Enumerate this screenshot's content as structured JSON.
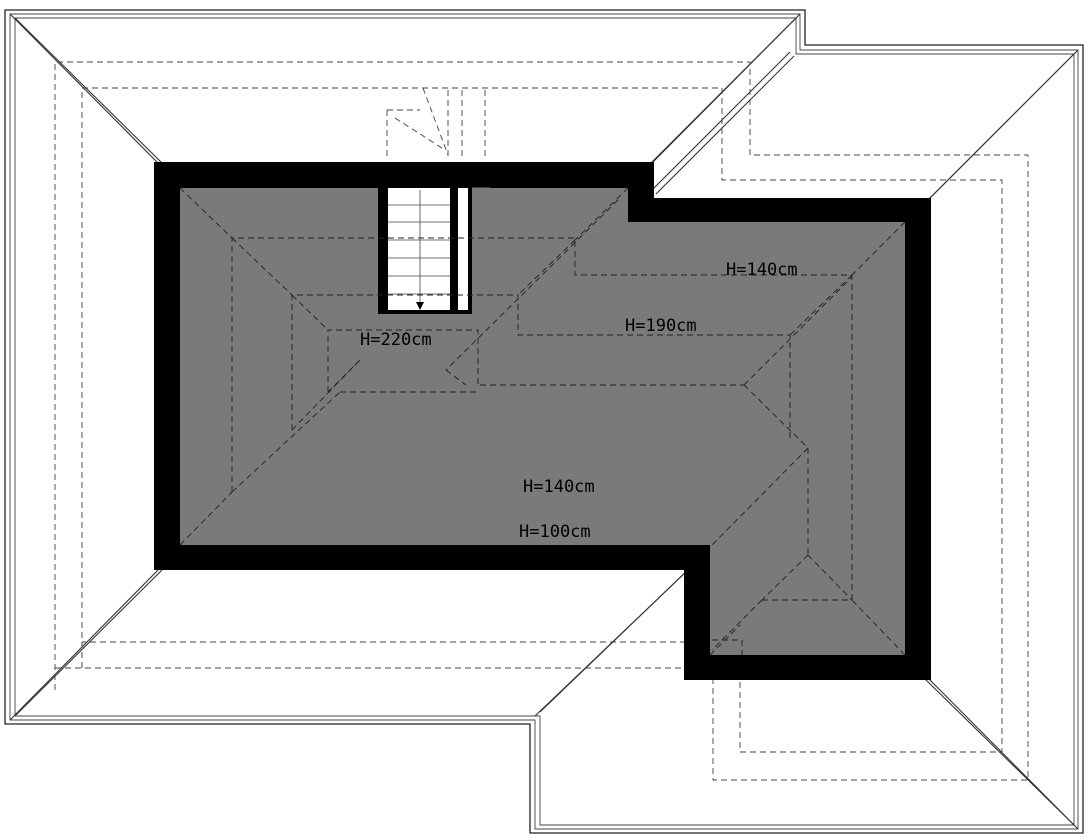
{
  "labels": {
    "upper_right": "H=140cm",
    "upper_middle": "H=190cm",
    "stair_landing": "H=220cm",
    "center": "H=140cm",
    "bottom": "H=100cm"
  }
}
